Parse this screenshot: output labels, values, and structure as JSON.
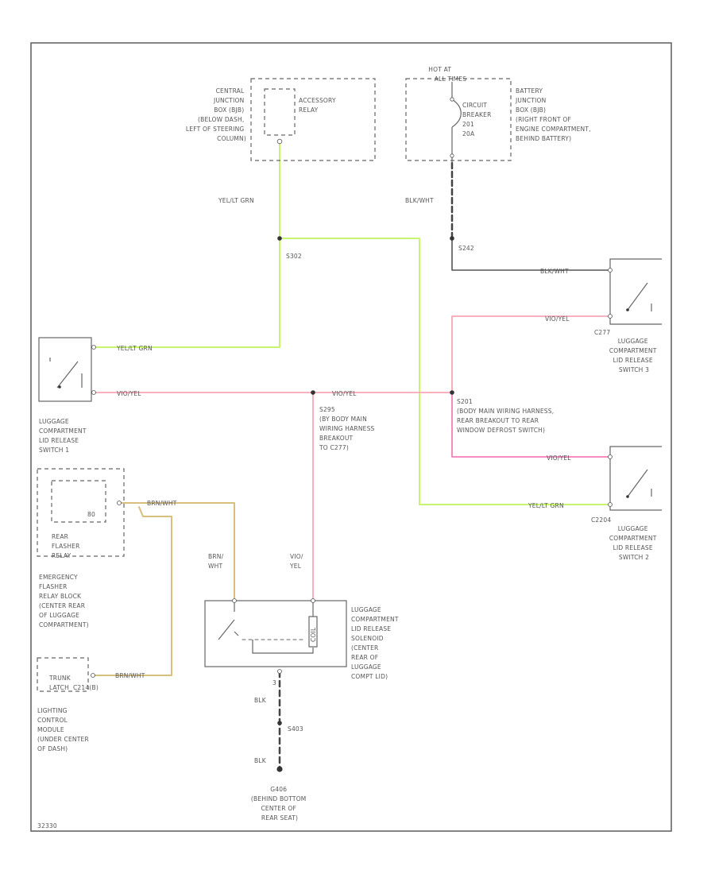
{
  "colors": {
    "yel_grn": "#c8f56e",
    "vio_yel": "#f7a7b6",
    "vio_yel_bright": "#f47fb5",
    "brn_wht": "#d9bf7e",
    "blk_wht": "#444444",
    "blk": "#444444"
  },
  "relay_box": {
    "location": [
      "CENTRAL",
      "JUNCTION",
      "BOX (BJB)",
      "(BELOW DASH,",
      "LEFT OF STEERING",
      "COLUMN)"
    ],
    "name": [
      "ACCESSORY",
      "RELAY"
    ]
  },
  "battery_box": {
    "hot": [
      "HOT AT",
      "ALL TIMES"
    ],
    "name": [
      "CIRCUIT",
      "BREAKER",
      "201",
      "20A"
    ],
    "location": [
      "BATTERY",
      "JUNCTION",
      "BOX (BJB)",
      "(RIGHT FRONT OF",
      "ENGINE COMPARTMENT,",
      "BEHIND BATTERY)"
    ]
  },
  "splices": {
    "s302": "S302",
    "s242": "S242",
    "s295": [
      "S295",
      "(BY BODY MAIN",
      "WIRING HARNESS",
      "BREAKOUT",
      "TO C277)"
    ],
    "s201": [
      "S201",
      "(BODY MAIN WIRING HARNESS,",
      "REAR BREAKOUT TO REAR",
      "WINDOW DEFROST SWITCH)"
    ],
    "s403": "S403"
  },
  "wire_labels": {
    "yel_grn": "YEL/LT GRN",
    "blk_wht": "BLK/WHT",
    "vio_yel": "VIO/YEL",
    "brn_wht": "BRN/WHT",
    "brn_wht_split": [
      "BRN/",
      "WHT"
    ],
    "vio_yel_split": [
      "VIO/",
      "YEL"
    ],
    "blk": "BLK"
  },
  "switch1": {
    "label": [
      "LUGGAGE",
      "COMPARTMENT",
      "LID RELEASE",
      "SWITCH 1"
    ]
  },
  "switch3": {
    "connector": "C277",
    "label": [
      "LUGGAGE",
      "COMPARTMENT",
      "LID RELEASE",
      "SWITCH 3"
    ]
  },
  "switch2": {
    "connector": "C2204",
    "label": [
      "LUGGAGE",
      "COMPARTMENT",
      "LID RELEASE",
      "SWITCH 2"
    ]
  },
  "flasher": {
    "name": [
      "REAR",
      "FLASHER",
      "RELAY"
    ],
    "pin": "80",
    "location": [
      "EMERGENCY",
      "FLASHER",
      "RELAY BLOCK",
      "(CENTER REAR",
      "OF LUGGAGE",
      "COMPARTMENT)"
    ]
  },
  "lcm": {
    "name": [
      "TRUNK",
      "LATCH"
    ],
    "connector": "C214(B)",
    "location": [
      "LIGHTING",
      "CONTROL",
      "MODULE",
      "(UNDER CENTER",
      "OF DASH)"
    ]
  },
  "solenoid": {
    "coil": "COIL",
    "pin": "3",
    "label": [
      "LUGGAGE",
      "COMPARTMENT",
      "LID RELEASE",
      "SOLENOID",
      "(CENTER",
      "REAR OF",
      "LUGGAGE",
      "COMPT LID)"
    ]
  },
  "ground": {
    "label": [
      "G406",
      "(BEHIND BOTTOM",
      "CENTER OF",
      "REAR SEAT)"
    ]
  },
  "page_code": "32330"
}
